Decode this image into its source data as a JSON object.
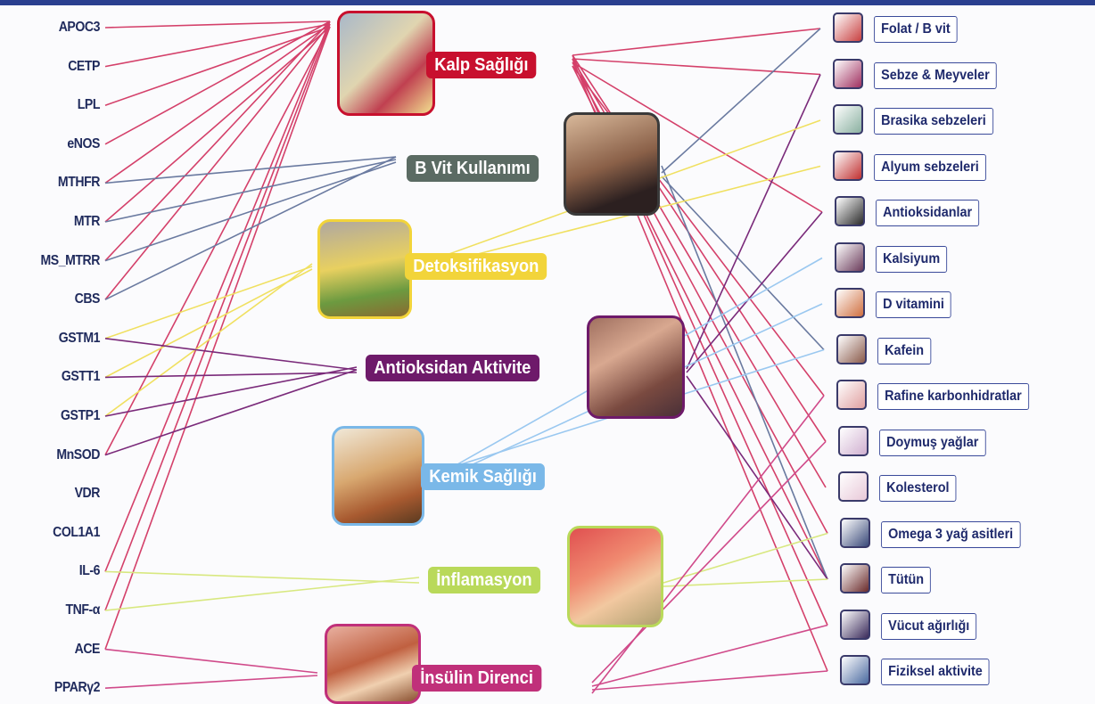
{
  "genes": [
    "APOC3",
    "CETP",
    "LPL",
    "eNOS",
    "MTHFR",
    "MTR",
    "MS_MTRR",
    "CBS",
    "GSTM1",
    "GSTT1",
    "GSTP1",
    "MnSOD",
    "VDR",
    "COL1A1",
    "IL-6",
    "TNF-α",
    "ACE",
    "PPARγ2"
  ],
  "hubs": [
    {
      "id": "kalp",
      "label": "Kalp Sağlığı",
      "color": "#c8102e"
    },
    {
      "id": "bvit",
      "label": "B Vit Kullanımı",
      "color": "#5b6b63"
    },
    {
      "id": "detox",
      "label": "Detoksifikasyon",
      "color": "#f2d43a"
    },
    {
      "id": "anti",
      "label": "Antioksidan Aktivite",
      "color": "#6e1a6a"
    },
    {
      "id": "kemik",
      "label": "Kemik Sağlığı",
      "color": "#7ab8e8"
    },
    {
      "id": "infl",
      "label": "İnflamasyon",
      "color": "#b9d95a"
    },
    {
      "id": "insulin",
      "label": "İnsülin Direnci",
      "color": "#c0307a"
    }
  ],
  "foods": [
    "Folat / B vit",
    "Sebze & Meyveler",
    "Brasika sebzeleri",
    "Alyum sebzeleri",
    "Antioksidanlar",
    "Kalsiyum",
    "D vitamini",
    "Kafein",
    "Rafine karbonhidratlar",
    "Doymuş yağlar",
    "Kolesterol",
    "Omega 3 yağ asitleri",
    "Tütün",
    "Vücut ağırlığı",
    "Fiziksel aktivite"
  ],
  "colors": {
    "gene_text": "#1f2a5c",
    "food_text": "#1f2a6c",
    "food_border": "#3a4a9a",
    "header": "#2a3f8f"
  },
  "gene_links": [
    {
      "gene": 0,
      "hub": "kalp"
    },
    {
      "gene": 1,
      "hub": "kalp"
    },
    {
      "gene": 2,
      "hub": "kalp"
    },
    {
      "gene": 3,
      "hub": "kalp"
    },
    {
      "gene": 4,
      "hub": "kalp"
    },
    {
      "gene": 5,
      "hub": "kalp"
    },
    {
      "gene": 6,
      "hub": "kalp"
    },
    {
      "gene": 7,
      "hub": "kalp"
    },
    {
      "gene": 11,
      "hub": "kalp"
    },
    {
      "gene": 14,
      "hub": "kalp"
    },
    {
      "gene": 15,
      "hub": "kalp"
    },
    {
      "gene": 16,
      "hub": "kalp"
    },
    {
      "gene": 4,
      "hub": "bvit"
    },
    {
      "gene": 5,
      "hub": "bvit"
    },
    {
      "gene": 6,
      "hub": "bvit"
    },
    {
      "gene": 7,
      "hub": "bvit"
    },
    {
      "gene": 8,
      "hub": "detox"
    },
    {
      "gene": 9,
      "hub": "detox"
    },
    {
      "gene": 10,
      "hub": "detox"
    },
    {
      "gene": 8,
      "hub": "anti"
    },
    {
      "gene": 9,
      "hub": "anti"
    },
    {
      "gene": 10,
      "hub": "anti"
    },
    {
      "gene": 11,
      "hub": "anti"
    },
    {
      "gene": 14,
      "hub": "infl"
    },
    {
      "gene": 15,
      "hub": "infl"
    },
    {
      "gene": 16,
      "hub": "insulin"
    },
    {
      "gene": 17,
      "hub": "insulin"
    }
  ],
  "food_links": [
    {
      "hub": "kalp",
      "food": 0
    },
    {
      "hub": "kalp",
      "food": 1
    },
    {
      "hub": "kalp",
      "food": 4
    },
    {
      "hub": "kalp",
      "food": 8
    },
    {
      "hub": "kalp",
      "food": 9
    },
    {
      "hub": "kalp",
      "food": 10
    },
    {
      "hub": "kalp",
      "food": 11
    },
    {
      "hub": "kalp",
      "food": 12
    },
    {
      "hub": "kalp",
      "food": 13
    },
    {
      "hub": "kalp",
      "food": 14
    },
    {
      "hub": "bvit",
      "food": 0
    },
    {
      "hub": "bvit",
      "food": 7
    },
    {
      "hub": "bvit",
      "food": 12
    },
    {
      "hub": "anti",
      "food": 1
    },
    {
      "hub": "anti",
      "food": 4
    },
    {
      "hub": "anti",
      "food": 12
    },
    {
      "hub": "detox",
      "food": 2
    },
    {
      "hub": "detox",
      "food": 3
    },
    {
      "hub": "kemik",
      "food": 5
    },
    {
      "hub": "kemik",
      "food": 6
    },
    {
      "hub": "kemik",
      "food": 7
    },
    {
      "hub": "infl",
      "food": 11
    },
    {
      "hub": "infl",
      "food": 12
    },
    {
      "hub": "insulin",
      "food": 8
    },
    {
      "hub": "insulin",
      "food": 9
    },
    {
      "hub": "insulin",
      "food": 13
    },
    {
      "hub": "insulin",
      "food": 14
    }
  ]
}
